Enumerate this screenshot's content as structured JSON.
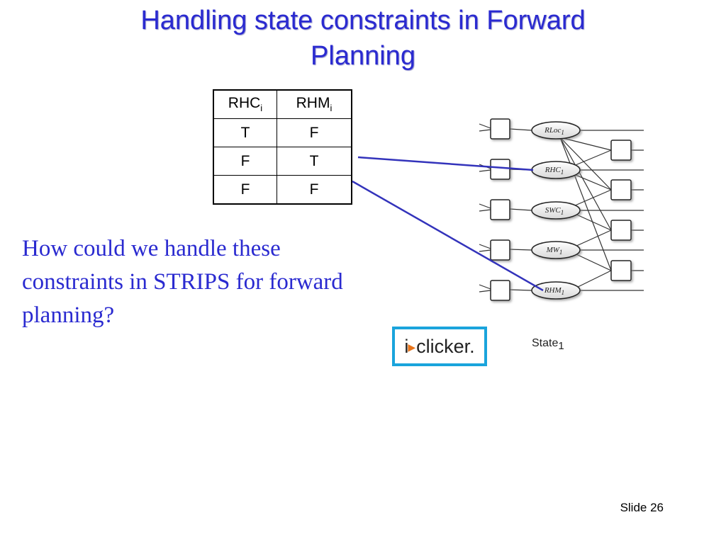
{
  "title": {
    "line1": "Handling state constraints in Forward",
    "line2": "Planning"
  },
  "table": {
    "headers": [
      {
        "base": "RHC",
        "sub": "i"
      },
      {
        "base": "RHM",
        "sub": "i"
      }
    ],
    "rows": [
      [
        "T",
        "F"
      ],
      [
        "F",
        "T"
      ],
      [
        "F",
        "F"
      ]
    ]
  },
  "question": "How could we handle these constraints in STRIPS for forward planning?",
  "diagram": {
    "nodes": [
      {
        "base": "RLoc",
        "sub": "1"
      },
      {
        "base": "RHC",
        "sub": "1"
      },
      {
        "base": "SWC",
        "sub": "1"
      },
      {
        "base": "MW",
        "sub": "1"
      },
      {
        "base": "RHM",
        "sub": "1"
      }
    ],
    "state_label": {
      "base": "State",
      "sub": "1"
    }
  },
  "iclicker": {
    "i": "i",
    "rest": "clicker."
  },
  "slide_number": "Slide 26",
  "colors": {
    "title": "#2a2ad0",
    "connector": "#3333bb",
    "iclicker_border": "#1aa4dc"
  }
}
